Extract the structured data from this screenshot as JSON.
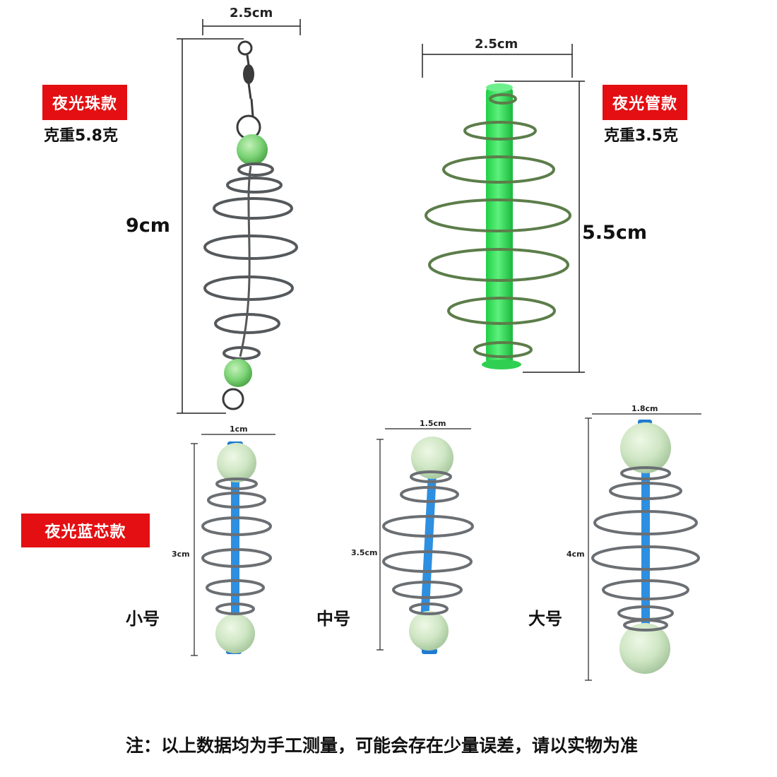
{
  "top_left": {
    "label": "夜光珠款",
    "weight": "克重5.8克",
    "width": "2.5cm",
    "height": "9cm"
  },
  "top_right": {
    "label": "夜光管款",
    "weight": "克重3.5克",
    "width": "2.5cm",
    "height": "5.5cm"
  },
  "bottom": {
    "label": "夜光蓝芯款",
    "small": {
      "name": "小号",
      "width": "1cm",
      "height": "3cm"
    },
    "medium": {
      "name": "中号",
      "width": "1.5cm",
      "height": "3.5cm"
    },
    "large": {
      "name": "大号",
      "width": "1.8cm",
      "height": "4cm"
    }
  },
  "footnote": "注：以上数据均为手工测量，可能会存在少量误差，请以实物为准",
  "colors": {
    "tag_red": "#e30f12",
    "glow_green": "#3ddc5a",
    "bead_green": "#8fdc8a",
    "glow_bead": "#cfe8c8",
    "blue_core": "#2d8fe0",
    "wire_steel": "#6b6f73",
    "wire_green": "#5c7d4a"
  }
}
